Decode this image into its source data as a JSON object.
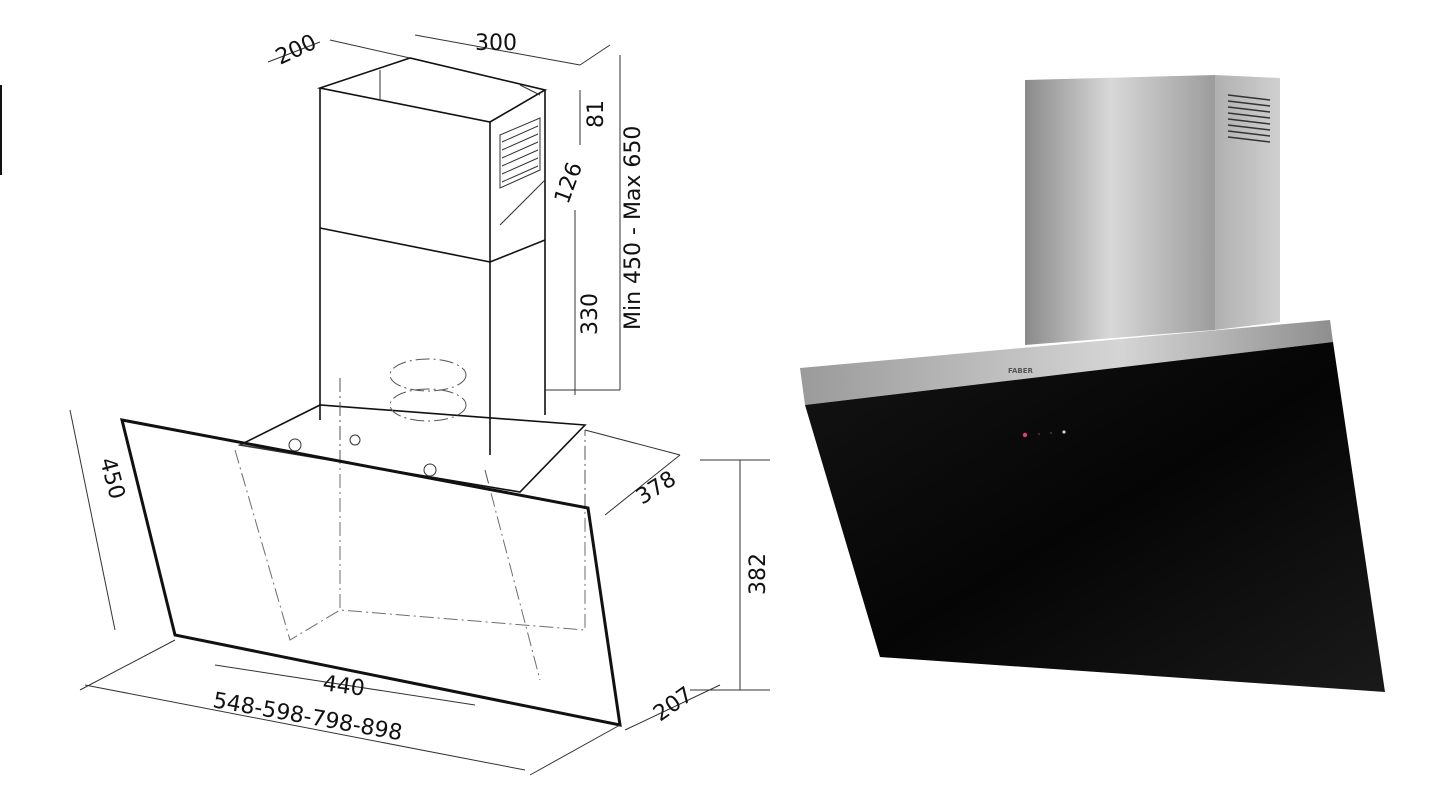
{
  "drawing": {
    "title": "Technical dimension drawing",
    "dimensions": {
      "chimney_depth": "200",
      "chimney_width": "300",
      "vent_top_offset": "81",
      "vent_width": "126",
      "chimney_height_range": "Min 450  -  Max 650",
      "lower_chimney_height": "330",
      "hood_depth": "378",
      "hood_height": "382",
      "glass_height": "450",
      "inner_width": "440",
      "widths": "548-598-798-898",
      "bottom_depth": "207"
    }
  },
  "photo": {
    "brand": "FABER",
    "colors": {
      "glass": "#050505",
      "steel": "#b8b8b8",
      "indicator": "#e0406a"
    }
  }
}
